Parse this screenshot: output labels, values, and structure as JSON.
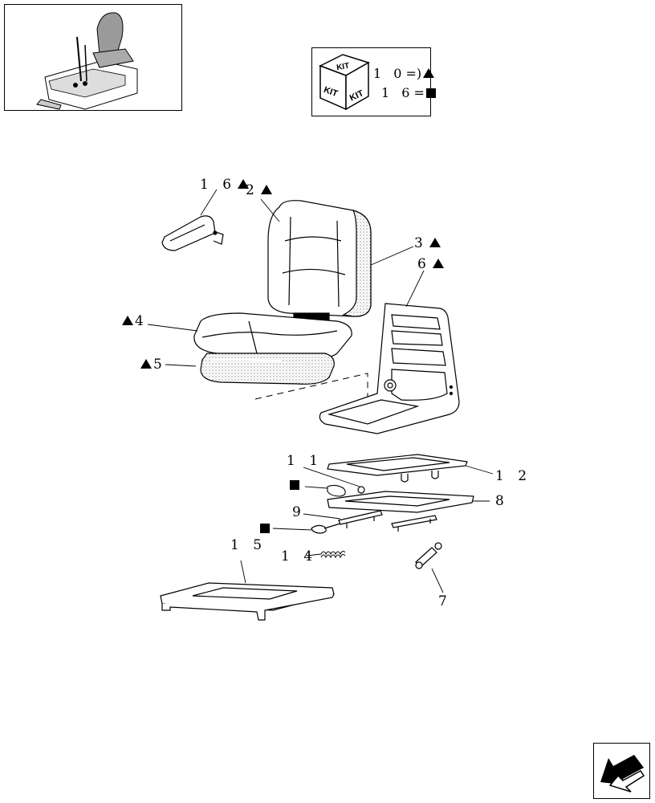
{
  "kit": {
    "badge_text": "KIT",
    "line1": "1 0",
    "line1_symbol": "triangle",
    "line2": "1 6",
    "line2_symbol": "square"
  },
  "callouts": [
    {
      "id": "16",
      "text": "1 6",
      "symbol": "triangle-after"
    },
    {
      "id": "2",
      "text": "2",
      "symbol": "triangle-after"
    },
    {
      "id": "3",
      "text": "3",
      "symbol": "triangle-after"
    },
    {
      "id": "6",
      "text": "6",
      "symbol": "triangle-after"
    },
    {
      "id": "4",
      "text": "4",
      "symbol": "triangle-before"
    },
    {
      "id": "5",
      "text": "5",
      "symbol": "triangle-before"
    },
    {
      "id": "11",
      "text": "1 1",
      "symbol": "none"
    },
    {
      "id": "12",
      "text": "1 2",
      "symbol": "none"
    },
    {
      "id": "8",
      "text": "8",
      "symbol": "none"
    },
    {
      "id": "9",
      "text": "9",
      "symbol": "none"
    },
    {
      "id": "14",
      "text": "1 4",
      "symbol": "none"
    },
    {
      "id": "15",
      "text": "1 5",
      "symbol": "none"
    },
    {
      "id": "7",
      "text": "7",
      "symbol": "none"
    }
  ],
  "icons": [
    "seat-location-thumbnail-icon",
    "kit-cube-icon",
    "navigation-arrow-icon"
  ]
}
